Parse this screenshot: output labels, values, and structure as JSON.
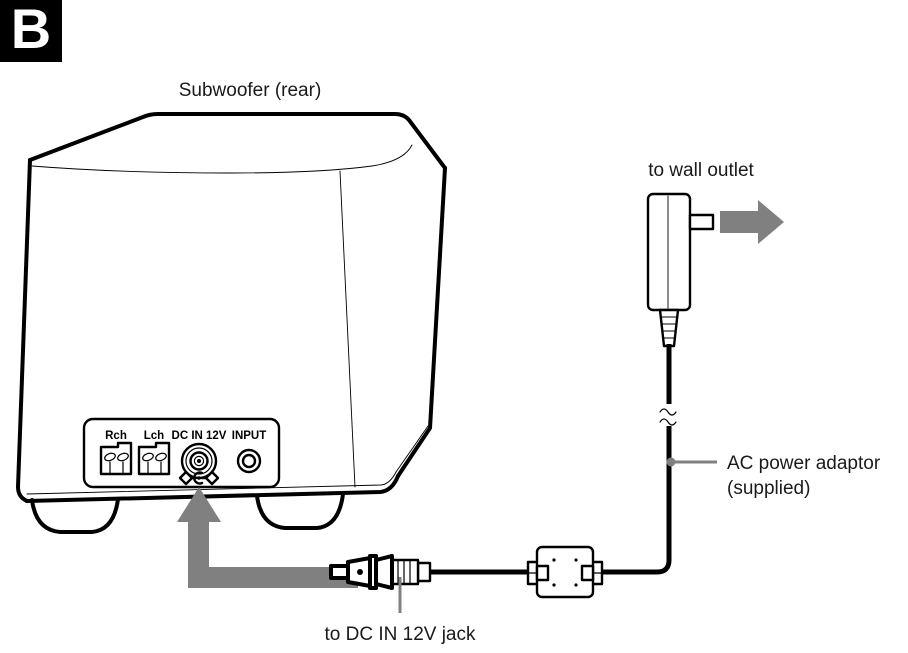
{
  "figure": {
    "step_badge": "B",
    "title": "Subwoofer (rear)"
  },
  "callouts": {
    "wall_outlet": "to wall outlet",
    "adaptor_line1": "AC power adaptor",
    "adaptor_line2": "(supplied)",
    "dc_jack": "to DC IN 12V jack"
  },
  "rear_panel": {
    "ports": [
      {
        "label": "Rch",
        "type": "speaker-terminal-icon"
      },
      {
        "label": "Lch",
        "type": "speaker-terminal-icon"
      },
      {
        "label": "DC IN 12V",
        "type": "dc-power-jack-icon"
      },
      {
        "label": "INPUT",
        "type": "audio-input-jack-icon"
      }
    ],
    "polarity_symbol": "center-negative-polarity-icon"
  },
  "colors": {
    "ink": "#000000",
    "arrow_grey": "#808080",
    "background": "#ffffff",
    "badge_background": "#000000",
    "badge_text": "#ffffff"
  },
  "elements": {
    "adaptor": "ac-power-adaptor",
    "adaptor_prong": "wall-plug-prong",
    "strain_relief": "cable-strain-relief",
    "cable_break": "cable-break-symbol",
    "ferrite": "inline-ferrite-core",
    "dc_plug": "dc-barrel-plug",
    "insertion_arrow": "insertion-direction-arrow",
    "outlet_arrow": "wall-outlet-direction-arrow"
  }
}
